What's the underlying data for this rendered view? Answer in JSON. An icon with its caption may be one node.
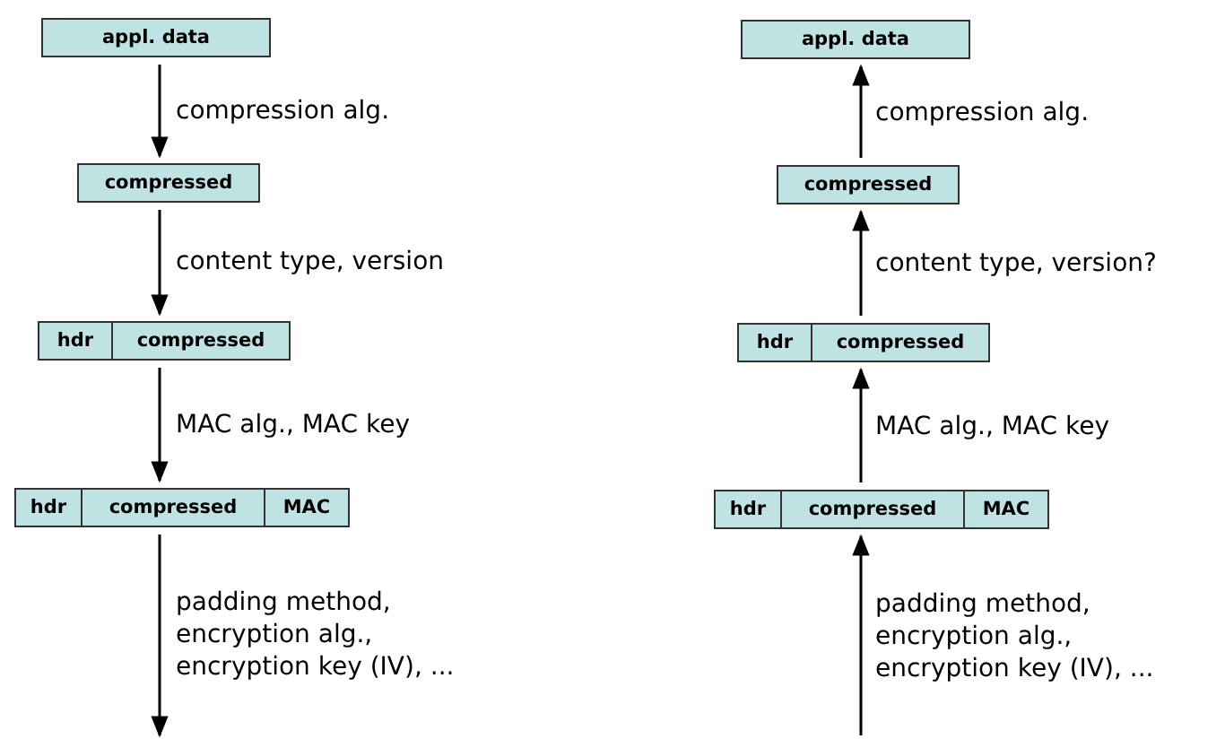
{
  "diagram": {
    "nodes": [
      {
        "text": [
          "appl. data"
        ]
      },
      {
        "text": [
          "appl. data"
        ]
      },
      {
        "text": [
          "compressed"
        ]
      },
      {
        "text": [
          "compressed"
        ]
      },
      {
        "text": [
          "hdr",
          "compressed"
        ]
      },
      {
        "text": [
          "hdr",
          "compressed"
        ]
      },
      {
        "text": [
          "hdr",
          "compressed",
          "MAC"
        ]
      },
      {
        "text": [
          "hdr",
          "compressed",
          "MAC"
        ]
      }
    ],
    "edges": [
      {
        "from": 0,
        "to": 2,
        "arrow": "to",
        "label": "compression alg."
      },
      {
        "from": 3,
        "to": 1,
        "arrow": "to",
        "label": "compression alg."
      },
      {
        "from": 2,
        "to": 4,
        "arrow": "to",
        "label": "content type, version"
      },
      {
        "from": 5,
        "to": 3,
        "arrow": "to",
        "label": "content type, version?"
      },
      {
        "from": 4,
        "to": 6,
        "arrow": "to",
        "label": "MAC alg., MAC key"
      },
      {
        "from": 7,
        "to": 5,
        "arrow": "to",
        "label": "MAC alg., MAC key"
      },
      {
        "from": 6,
        "to": null,
        "arrow": "to",
        "label": "padding method, encryption alg., encryption key (IV), ..."
      },
      {
        "from": null,
        "to": 7,
        "arrow": "to",
        "label": "padding method, encryption alg., encryption key (IV), ..."
      }
    ]
  }
}
